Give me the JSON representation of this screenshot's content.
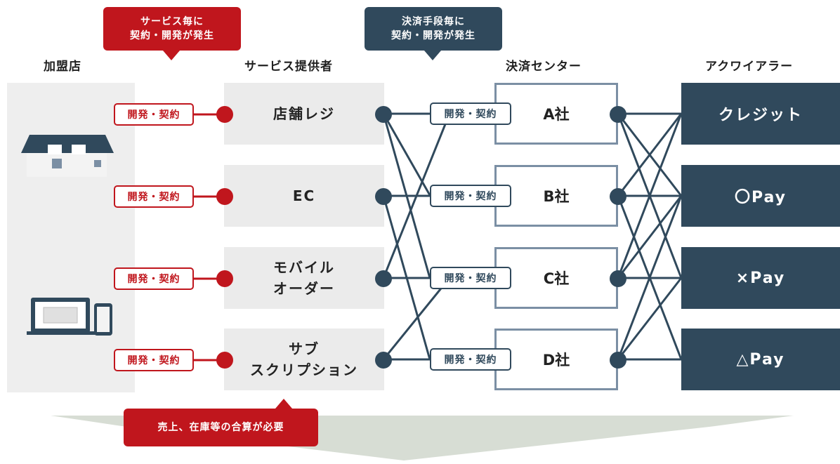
{
  "columns": {
    "merchant": "加盟店",
    "service_provider": "サービス提供者",
    "payment_center": "決済センター",
    "acquirer": "アクワイアラー"
  },
  "callouts": {
    "per_service": "サービス毎に\n契約・開発が発生",
    "per_payment_method": "決済手段毎に\n契約・開発が発生",
    "bottom": "売上、在庫等の合算が必要"
  },
  "dev_contract_label": "開発・契約",
  "services": [
    {
      "label": "店舗レジ"
    },
    {
      "label": "EC"
    },
    {
      "label": "モバイル\nオーダー"
    },
    {
      "label": "サブ\nスクリプション"
    }
  ],
  "centers": [
    {
      "label": "A社"
    },
    {
      "label": "B社"
    },
    {
      "label": "C社"
    },
    {
      "label": "D社"
    }
  ],
  "acquirers": [
    {
      "label": "クレジット"
    },
    {
      "label": "〇Pay"
    },
    {
      "label": "×Pay"
    },
    {
      "label": "△Pay"
    }
  ],
  "icons": {
    "merchant_store": "house-icon",
    "merchant_device": "laptop-phone-icon"
  },
  "colors": {
    "accent_red": "#c0161d",
    "navy": "#30495c",
    "center_border": "#7b8fa4",
    "service_bg": "#ebebeb",
    "merchant_bg": "#eeeeee"
  }
}
